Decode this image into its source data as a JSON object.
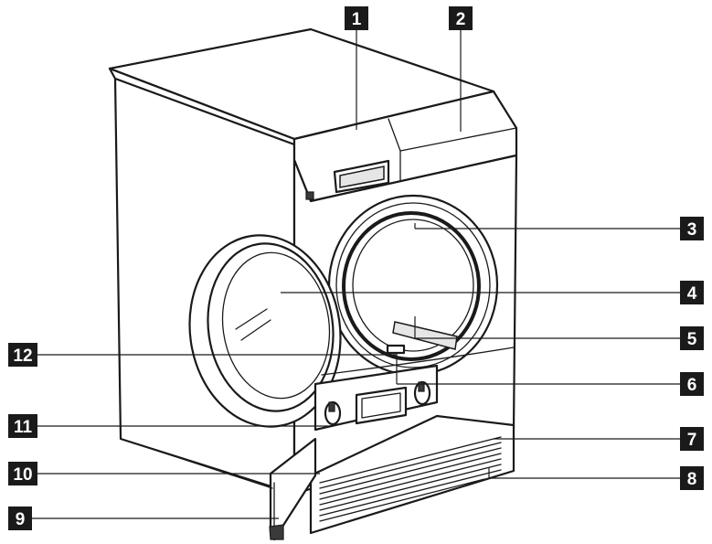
{
  "callouts": [
    {
      "id": "1",
      "label": "1"
    },
    {
      "id": "2",
      "label": "2"
    },
    {
      "id": "3",
      "label": "3"
    },
    {
      "id": "4",
      "label": "4"
    },
    {
      "id": "5",
      "label": "5"
    },
    {
      "id": "6",
      "label": "6"
    },
    {
      "id": "7",
      "label": "7"
    },
    {
      "id": "8",
      "label": "8"
    },
    {
      "id": "9",
      "label": "9"
    },
    {
      "id": "10",
      "label": "10"
    },
    {
      "id": "11",
      "label": "11"
    },
    {
      "id": "12",
      "label": "12"
    }
  ],
  "colors": {
    "outline": "#1a1a1a",
    "callout_fill": "#1a1a1a",
    "callout_text": "#ffffff",
    "background": "#ffffff"
  }
}
